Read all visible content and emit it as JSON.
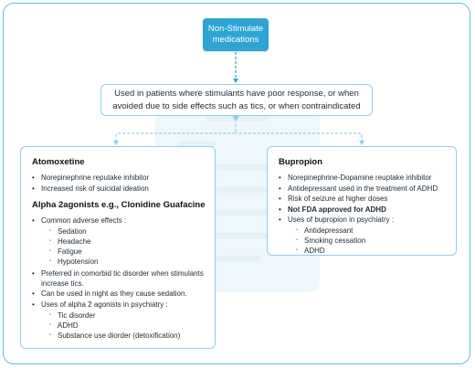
{
  "root": {
    "label": "Non-Stimulate medications"
  },
  "summary": {
    "text": "Used in patients where stimulants have poor response, or when avoided due to side effects such as tics, or when contraindicated"
  },
  "left": {
    "section1": {
      "title": "Atomoxetine",
      "items": [
        "Norepinephrine reputake inhibitor",
        "Increased risk of suicidal ideation"
      ]
    },
    "section2": {
      "title": "Alpha 2agonists e.g., Clonidine Guafacine",
      "item1": "Common adverse effects :",
      "item1_sub": [
        "Sedation",
        "Headache",
        "Fatigue",
        "Hypotension"
      ],
      "item2": "Preferred in comorbid tic disorder when stimulants increase tics.",
      "item3": "Can be used in night as they cause sedation.",
      "item4": "Uses of alpha 2 agonists in psychiatry :",
      "item4_sub": [
        "Tic disorder",
        "ADHD",
        "Substance use diorder (detoxification)"
      ]
    }
  },
  "right": {
    "title": "Bupropion",
    "items": [
      "Norepinephrine-Dopamine reuptake inhibitor",
      "Antidepressant used in the treatment of ADHD",
      "Risk of seizure at higher doses"
    ],
    "bold_item": "Not FDA approved for ADHD",
    "uses": "Uses of bupropion in psychiatry :",
    "uses_sub": [
      "Antidepressant",
      "Smoking cessation",
      "ADHD"
    ]
  },
  "colors": {
    "accent": "#2ea4d5",
    "border": "#8fd0ea",
    "frame": "#5cc0e0"
  }
}
